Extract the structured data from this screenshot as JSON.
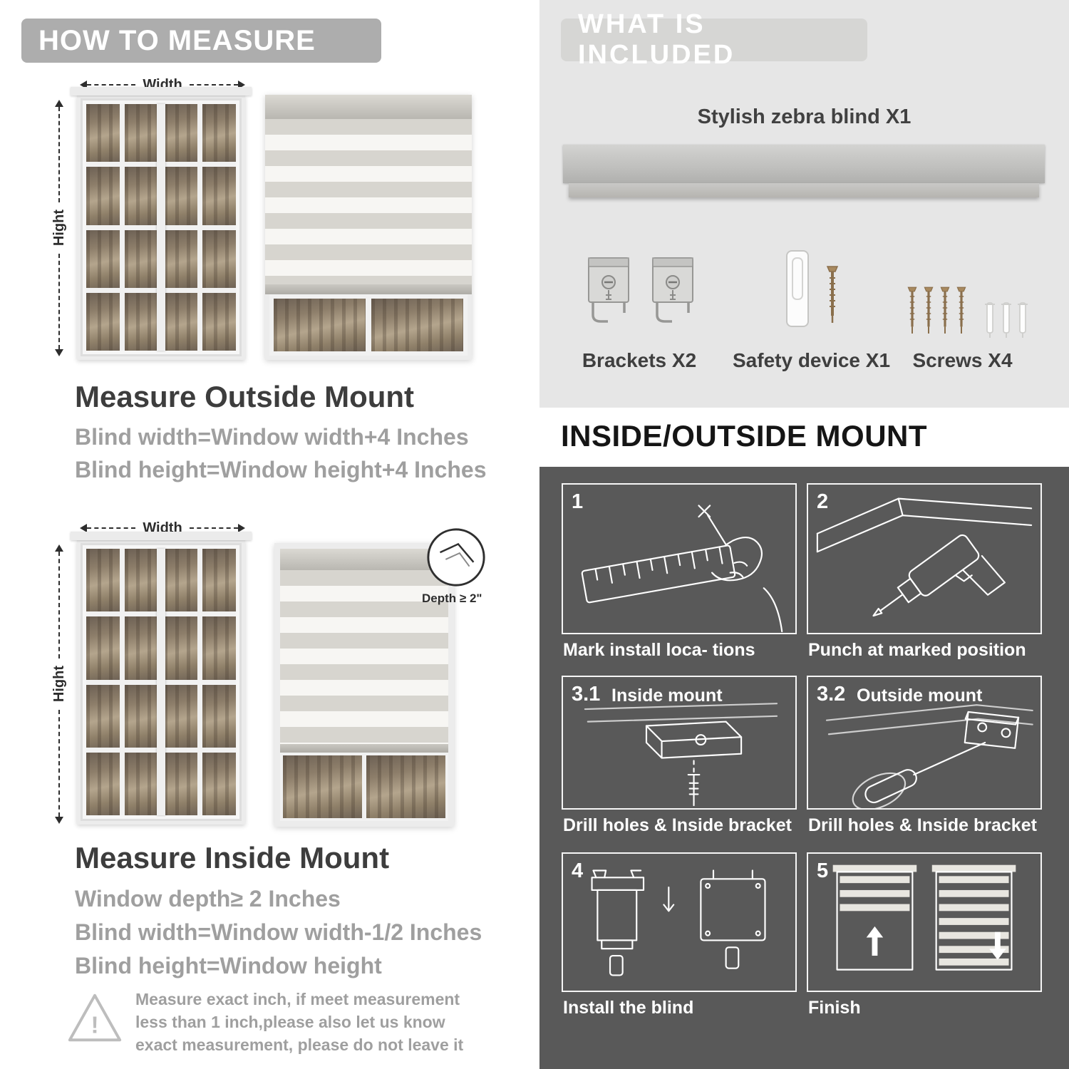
{
  "measure": {
    "header": "HOW TO MEASURE",
    "outside": {
      "width_label": "Width",
      "height_label": "Hight",
      "title": "Measure Outside Mount",
      "lines": [
        "Blind width=Window width+4 Inches",
        "Blind height=Window height+4 Inches"
      ]
    },
    "inside": {
      "width_label": "Width",
      "height_label": "Hight",
      "depth_label": "Depth ≥ 2\"",
      "title": "Measure Inside Mount",
      "lines": [
        "Window depth≥ 2 Inches",
        "Blind width=Window width-1/2 Inches",
        "Blind height=Window height"
      ]
    },
    "note": {
      "icon_glyph": "!",
      "text": "Measure exact inch, if meet measurement less than 1 inch,please also let us know exact measurement, please do not leave it"
    }
  },
  "included": {
    "header": "WHAT IS INCLUDED",
    "blind_label": "Stylish zebra blind X1",
    "items": [
      {
        "icon": "brackets-icon",
        "label": "Brackets X2"
      },
      {
        "icon": "safety-device-icon",
        "label": "Safety device X1"
      },
      {
        "icon": "screws-icon",
        "label": "Screws X4"
      }
    ]
  },
  "mount": {
    "header": "INSIDE/OUTSIDE MOUNT",
    "steps": [
      {
        "num": "1",
        "title": "",
        "caption": "Mark install loca- tions"
      },
      {
        "num": "2",
        "title": "",
        "caption": "Punch at  marked position"
      },
      {
        "num": "3.1",
        "title": "Inside mount",
        "caption": "Drill holes &  Inside bracket"
      },
      {
        "num": "3.2",
        "title": "Outside mount",
        "caption": "Drill holes &  Inside bracket"
      },
      {
        "num": "4",
        "title": "",
        "caption": "Install the blind"
      },
      {
        "num": "5",
        "title": "",
        "caption": "Finish"
      }
    ]
  },
  "colors": {
    "header_band_gray": "#adadad",
    "included_band_gray": "#d6d6d4",
    "light_panel": "#e6e6e6",
    "dark_panel": "#595959",
    "muted_text": "#9f9f9f",
    "heading_text": "#3d3d3d"
  }
}
